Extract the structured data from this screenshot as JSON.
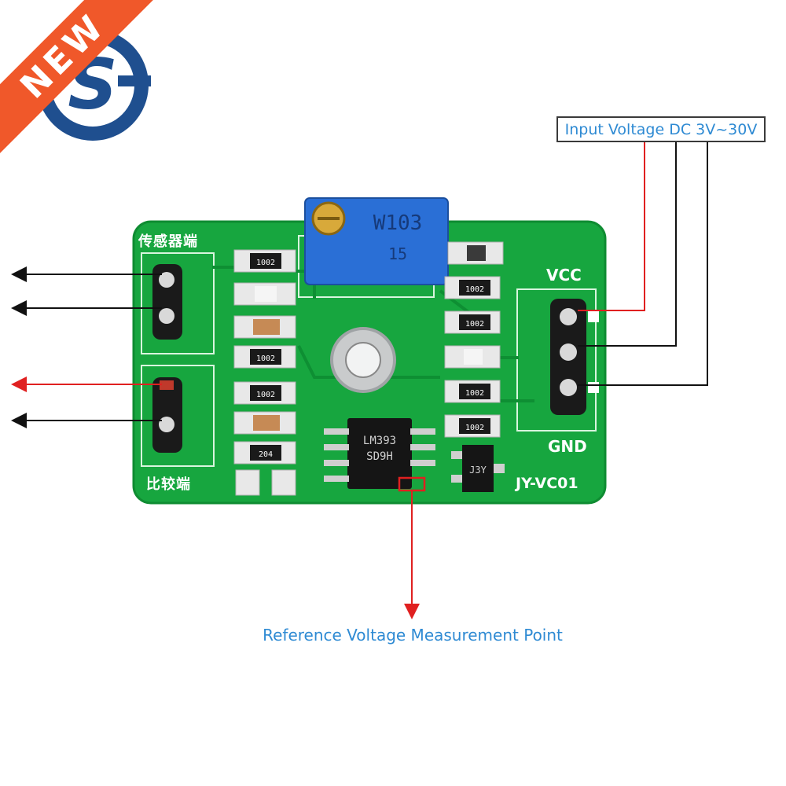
{
  "badge": {
    "text": "NEW"
  },
  "labels": {
    "input_voltage": "Input Voltage DC 3V~30V",
    "reference_point": "Reference Voltage Measurement Point"
  },
  "silkscreen": {
    "sensor_end": "传感器端",
    "compare_end": "比较端",
    "vcc": "VCC",
    "gnd": "GND",
    "model": "JY-VC01",
    "pot_code": "W103",
    "pot_sub": "15",
    "ic_line1": "LM393",
    "ic_line2": "SD9H",
    "transistor": "J3Y",
    "resistors": [
      "1002",
      "1002",
      "1002",
      "1002",
      "1002",
      "1002",
      "1002"
    ],
    "r_small": "204"
  },
  "colors": {
    "pcb_green": "#17a63f",
    "pcb_edge": "#0f8c32",
    "silk_white": "#ffffff",
    "accent_blue_text": "#2e8ad3",
    "arrow_red": "#e02020",
    "arrow_black": "#111111",
    "logo_blue": "#1f4f8f",
    "badge_orange": "#f0582a",
    "pot_blue": "#2a6fd6"
  }
}
